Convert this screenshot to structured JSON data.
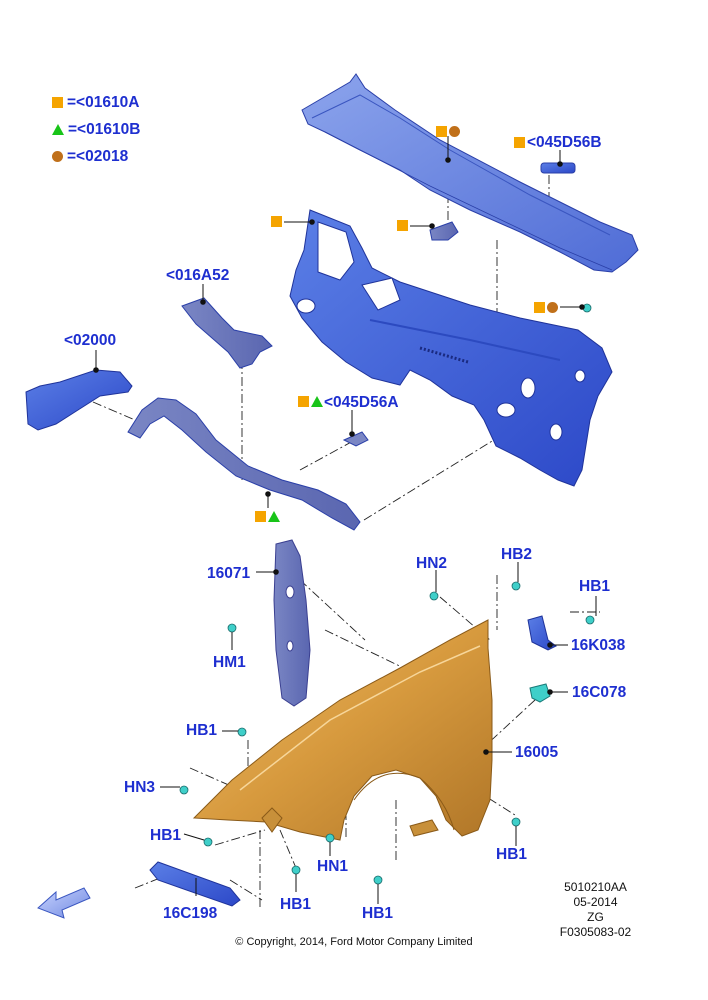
{
  "legend": [
    {
      "symbol": "square",
      "text": "=<01610A"
    },
    {
      "symbol": "triangle",
      "text": "=<01610B"
    },
    {
      "symbol": "circle",
      "text": "=<02018"
    }
  ],
  "labels": {
    "p045D56B": "<045D56B",
    "p016A52": "<016A52",
    "p02000": "<02000",
    "p045D56A": "<045D56A",
    "p16071": "16071",
    "hm1": "HM1",
    "hn2": "HN2",
    "hb2": "HB2",
    "hb1_right": "HB1",
    "p16K038": "16K038",
    "p16C078": "16C078",
    "hb1_left": "HB1",
    "p16005": "16005",
    "hn3": "HN3",
    "hb1_lower_left": "HB1",
    "hn1": "HN1",
    "hb1_lower_right": "HB1",
    "p16C198": "16C198",
    "hb1_bottom_a": "HB1",
    "hb1_bottom_b": "HB1"
  },
  "reference": {
    "line1": "5010210AA",
    "line2": "05-2014",
    "line3": "ZG",
    "line4": "F0305083-02"
  },
  "copyright": "© Copyright, 2014, Ford Motor Company Limited",
  "colors": {
    "label_blue": "#1e2fd0",
    "square_orange": "#f5a400",
    "triangle_green": "#18c418",
    "circle_brown": "#c0701a",
    "part_blue": "#3a5fd8",
    "part_light_blue": "#6a8ee0",
    "fender_orange": "#d9a24a",
    "clip_cyan": "#3fcfc9"
  }
}
